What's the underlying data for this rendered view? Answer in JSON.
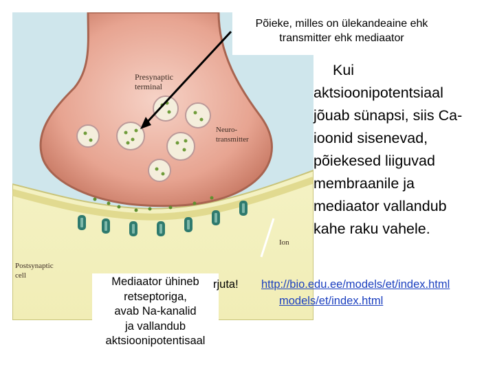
{
  "figure": {
    "labels": {
      "presynaptic": [
        "Presynaptic",
        "terminal"
      ],
      "neurotransmitter": [
        "Neuro-",
        "transmitter"
      ],
      "postsynaptic": [
        "Postsynaptic",
        "cell"
      ],
      "ion": "Ion"
    }
  },
  "callout_top": {
    "lines": [
      "Põieke, milles on ülekandeaine ehk",
      "transmitter ehk mediaator"
    ]
  },
  "main_text": {
    "lines": [
      "Kui",
      "aktsioonipotentsiaal",
      "jõuab sünapsi, siis Ca-",
      "ioonid sisenevad,",
      "põiekesed liiguvad",
      "membraanile ja",
      "mediaator vallandub",
      "kahe raku vahele."
    ]
  },
  "callout_bottom": {
    "lines": [
      "Mediaator ühineb",
      "retseptoriga,",
      "avab Na-kanalid",
      "ja vallandub",
      "aktsioonipotentisaal"
    ]
  },
  "link_area": {
    "prefix": "rjuta!",
    "link1": "http://bio.edu.ee/models/et/index.html",
    "link2": "models/et/index.html"
  }
}
